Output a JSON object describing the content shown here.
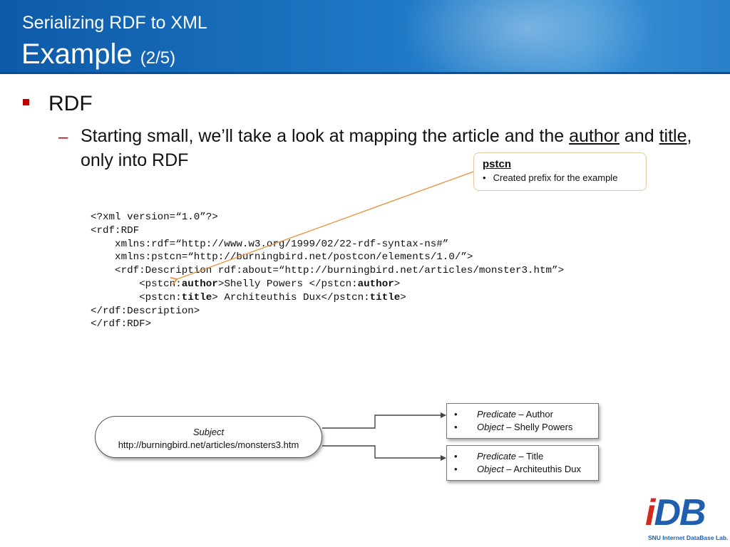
{
  "header": {
    "title_line1": "Serializing RDF to XML",
    "title_line2": "Example",
    "title_part": "(2/5)"
  },
  "main": {
    "bullet": "RDF",
    "sub_before": "Starting small, we’ll take a look at mapping the article and the ",
    "sub_author": "author",
    "sub_mid": " and ",
    "sub_title": "title",
    "sub_after": ", only into RDF"
  },
  "callout": {
    "title": "pstcn",
    "bullet": "•",
    "text": "Created prefix for the example"
  },
  "code": {
    "l1": "<?xml version=“1.0”?>",
    "l2": "<rdf:RDF",
    "l3": "    xmlns:rdf=“http://www.w3.org/1999/02/22-rdf-syntax-ns#”",
    "l4": "    xmlns:pstcn=“http://burningbird.net/postcon/elements/1.0/”>",
    "l5": "    <rdf:Description rdf:about=“http://burningbird.net/articles/monster3.htm”>",
    "l6a": "        <pstcn:",
    "l6b": "author",
    "l6c": ">Shelly Powers </pstcn:",
    "l6d": "author",
    "l6e": ">",
    "l7a": "        <pstcn:",
    "l7b": "title",
    "l7c": "> Architeuthis Dux</pstcn:",
    "l7d": "title",
    "l7e": ">",
    "l8": "</rdf:Description>",
    "l9": "</rdf:RDF>"
  },
  "diagram": {
    "subject_label": "Subject",
    "subject_uri": "http://burningbird.net/articles/monsters3.htm",
    "box1": {
      "predicate_label": "Predicate",
      "predicate_value": " – Author",
      "object_label": "Object",
      "object_value": " – Shelly Powers"
    },
    "box2": {
      "predicate_label": "Predicate",
      "predicate_value": " – Title",
      "object_label": "Object",
      "object_value": " – Architeuthis Dux"
    },
    "bullet": "•"
  },
  "logo": {
    "letters_i": "i",
    "letters_rest": "DB",
    "subtitle": "SNU Internet DataBase Lab."
  },
  "colors": {
    "header_blue": "#1f79c6",
    "bullet_red": "#c00000",
    "arrow_orange": "#e8913a",
    "logo_blue": "#1f5fae",
    "logo_red": "#d42a1c"
  }
}
